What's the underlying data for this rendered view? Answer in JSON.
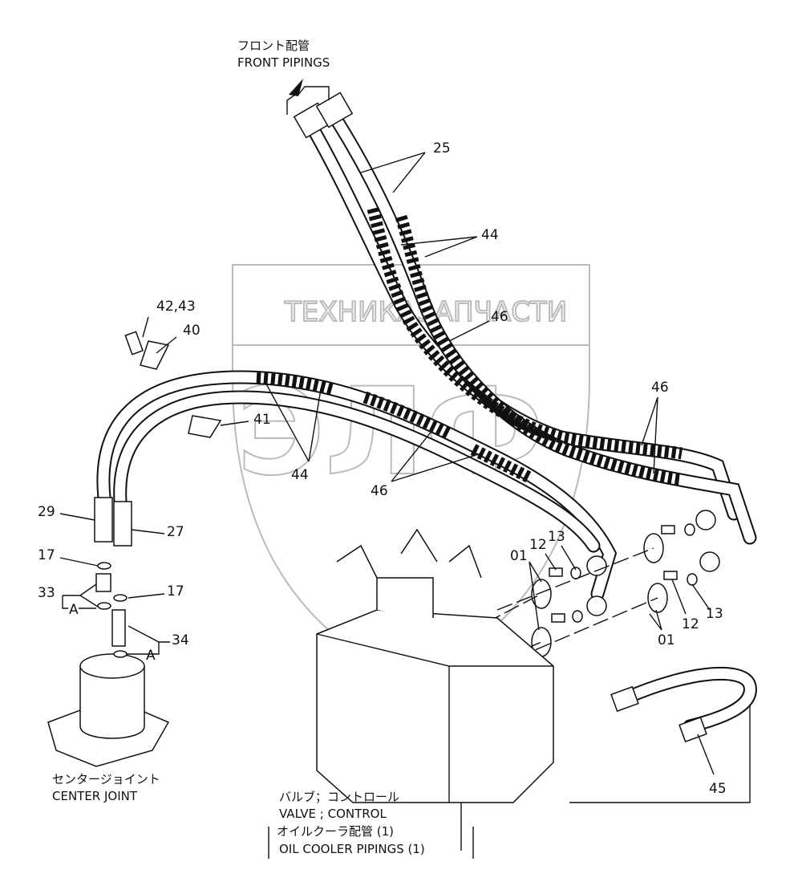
{
  "watermark": {
    "line1": "ТЕХНИКА",
    "line2": "ЗАПЧАСТИ",
    "logo": "ЭЛФ",
    "color": "#bbbbbb"
  },
  "captions": {
    "front_jp": "フロント配管",
    "front_en": "FRONT PIPINGS",
    "center_jp": "センタージョイント",
    "center_en": "CENTER JOINT",
    "valve_jp": "バルブ；コントロール",
    "valve_en": "VALVE ; CONTROL",
    "oil_jp": "オイルクーラ配管 (1)",
    "oil_en": "OIL COOLER PIPINGS (1)"
  },
  "callouts": [
    "25",
    "44",
    "46",
    "46",
    "42,43",
    "40",
    "41",
    "44",
    "46",
    "29",
    "27",
    "17",
    "17",
    "33",
    "A",
    "34",
    "A",
    "01",
    "12",
    "13",
    "12",
    "13",
    "01",
    "45"
  ]
}
